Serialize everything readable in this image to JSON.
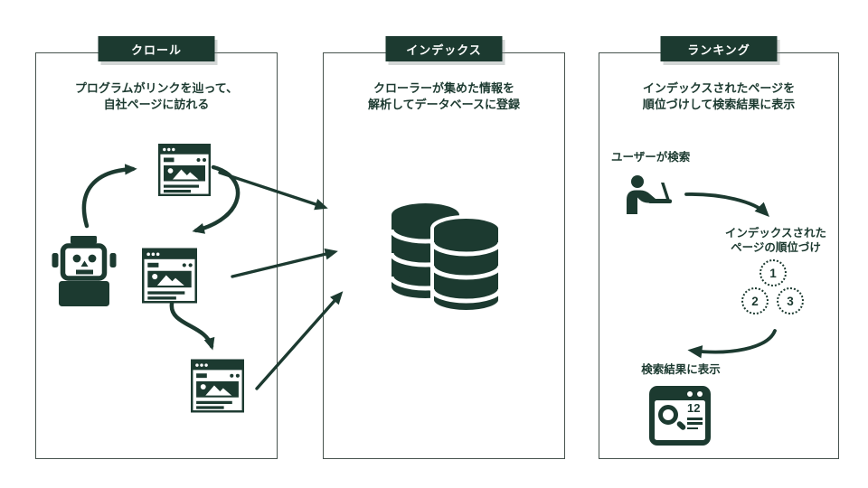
{
  "colors": {
    "ink": "#1c3a30",
    "panel_border": "#47534e",
    "background": "#ffffff",
    "header_text": "#ffffff"
  },
  "panels": [
    {
      "id": "crawl",
      "title": "クロール",
      "description": [
        "プログラムがリンクを辿って、",
        "自社ページに訪れる"
      ]
    },
    {
      "id": "index",
      "title": "インデックス",
      "description": [
        "クローラーが集めた情報を",
        "解析してデータベースに登録"
      ]
    },
    {
      "id": "ranking",
      "title": "ランキング",
      "description": [
        "インデックスされたページを",
        "順位づけして検索結果に表示"
      ],
      "labels": {
        "user_search": "ユーザーが検索",
        "ranking_caption": [
          "インデックスされた",
          "ページの順位づけ"
        ],
        "result_caption": "検索結果に表示"
      },
      "ranks": [
        "1",
        "2",
        "3"
      ],
      "result_icon_number": "12"
    }
  ],
  "icons": {
    "robot": "robot-icon",
    "webpage": "webpage-icon",
    "database": "database-icon",
    "person_at_laptop": "user-at-laptop-icon",
    "rank_medal": "laurel-medal-icon",
    "search_results": "search-results-page-icon"
  }
}
